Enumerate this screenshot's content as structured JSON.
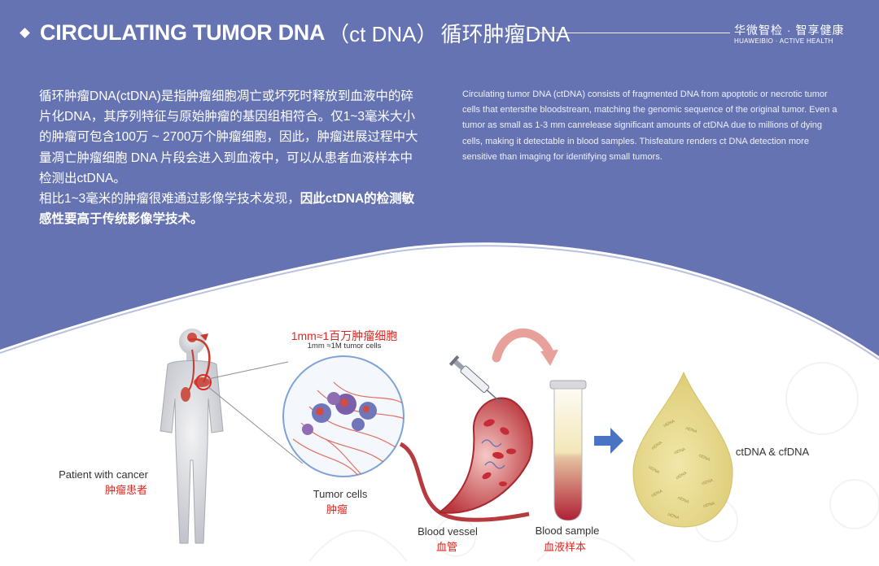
{
  "header": {
    "title_en": "CIRCULATING TUMOR DNA",
    "title_paren": "（ct DNA）",
    "title_zh": "循环肿瘤DNA",
    "brand_zh": "华微智检 · 智享健康",
    "brand_en": "HUAWEIBIO · ACTIVE HEALTH"
  },
  "intro": {
    "zh_p1": "循环肿瘤DNA(ctDNA)是指肿瘤细胞凋亡或坏死时释放到血液中的碎片化DNA，其序列特征与原始肿瘤的基因组相符合。仅1~3毫米大小的肿瘤可包含100万 ~ 2700万个肿瘤细胞，因此，肿瘤进展过程中大量凋亡肿瘤细胞 DNA 片段会进入到血液中，可以从患者血液样本中检测出ctDNA。",
    "zh_p2_plain": "相比1~3毫米的肿瘤很难通过影像学技术发现，",
    "zh_p2_bold": "因此ctDNA的检测敏感性要高于传统影像学技术。",
    "en": "Circulating tumor DNA (ctDNA) consists of fragmented DNA from apoptotic or necrotic tumor cells that entersthe bloodstream, matching the genomic sequence of the  original tumor. Even a tumor as small as 1-3 mm canrelease significant amounts of ctDNA due to millions of dying cells, making it detectable in blood samples. Thisfeature renders ct DNA detection more sensitive than imaging for identifying small tumors."
  },
  "diagram": {
    "patient_en": "Patient  with  cancer",
    "patient_zh": "肿瘤患者",
    "zoom_zh": "1mm≈1百万肿瘤细胞",
    "zoom_en": "1mm ≈1M  tumor cells",
    "tumor_en": "Tumor  cells",
    "tumor_zh": "肿瘤",
    "vessel_en": "Blood  vessel",
    "vessel_zh": "血管",
    "sample_en": "Blood  sample",
    "sample_zh": "血液样本",
    "result_en": "ctDNA & cfDNA",
    "drop_labels": [
      "ctDNA",
      "ctDNA",
      "ctDNA",
      "ctDNA",
      "ctDNA",
      "ctDNA",
      "ctDNA",
      "ctDNA",
      "ctDNA",
      "ctDNA",
      "ctDNA",
      "ctDNA"
    ]
  },
  "colors": {
    "primary_blue": "#6573b3",
    "accent_red": "#e2261f",
    "drop_yellow": "#e8d98a",
    "arrow_blue": "#4a73c4"
  }
}
